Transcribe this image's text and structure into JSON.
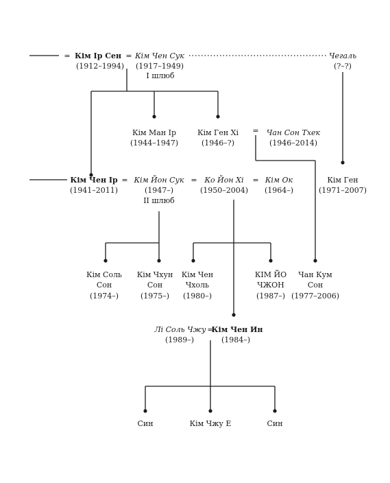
{
  "eq": "=",
  "gen1": {
    "kim_ir_sen": {
      "name": "Кім Ір Сен",
      "years": "(1912–1994)"
    },
    "kim_chen_suk": {
      "name": "Кім Чен Сук",
      "years": "(1917–1949)",
      "note": "I шлюб"
    },
    "chegal": {
      "name": "Чегаль",
      "years": "(?–?)"
    }
  },
  "gen1_children": {
    "kim_man_ir": {
      "name": "Кім Ман Ір",
      "years": "(1944–1947)"
    },
    "kim_gen_hi": {
      "name": "Кім Ген Хі",
      "years": "(1946–?)"
    },
    "chan_son_thek": {
      "name": "Чан Сон Тхек",
      "years": "(1946–2014)"
    }
  },
  "gen2": {
    "kim_chen_ir": {
      "name": "Кім Чен Ір",
      "years": "(1941–2011)"
    },
    "kim_yon_suk": {
      "name": "Кім Йон Сук",
      "years": "(1947–)",
      "note": "II шлюб"
    },
    "ko_yon_hi": {
      "name": "Ко Йон Хі",
      "years": "(1950–2004)"
    },
    "kim_ok": {
      "name": "Кім Ок",
      "years": "(1964–)"
    },
    "kim_gen": {
      "name": "Кім Ген",
      "years": "(1971–2007)"
    }
  },
  "gen3": {
    "kim_sol_son": {
      "line1": "Кім Соль",
      "line2": "Сон",
      "years": "(1974–)"
    },
    "kim_chhun_son": {
      "line1": "Кім Чхун",
      "line2": "Сон",
      "years": "(1975–)"
    },
    "kim_chen_chhol": {
      "line1": "Кім Чен",
      "line2": "Чхоль",
      "years": "(1980–)"
    },
    "kim_yo_chzhon": {
      "line1": "КІМ ЙО",
      "line2": "ЧЖОН",
      "years": "(1987–)"
    },
    "chan_kum_son": {
      "line1": "Чан Кум",
      "line2": "Сон",
      "years": "(1977–2006)"
    }
  },
  "gen4": {
    "li_sol_chzhu": {
      "name": "Лі Соль Чжу",
      "years": "(1989–)"
    },
    "kim_chen_yn": {
      "name": "Кім Чен Ин",
      "years": "(1984–)"
    }
  },
  "gen5": {
    "son_1": {
      "name": "Син"
    },
    "kim_chzhu_e": {
      "name": "Кім Чжу Е"
    },
    "son_2": {
      "name": "Син"
    }
  }
}
